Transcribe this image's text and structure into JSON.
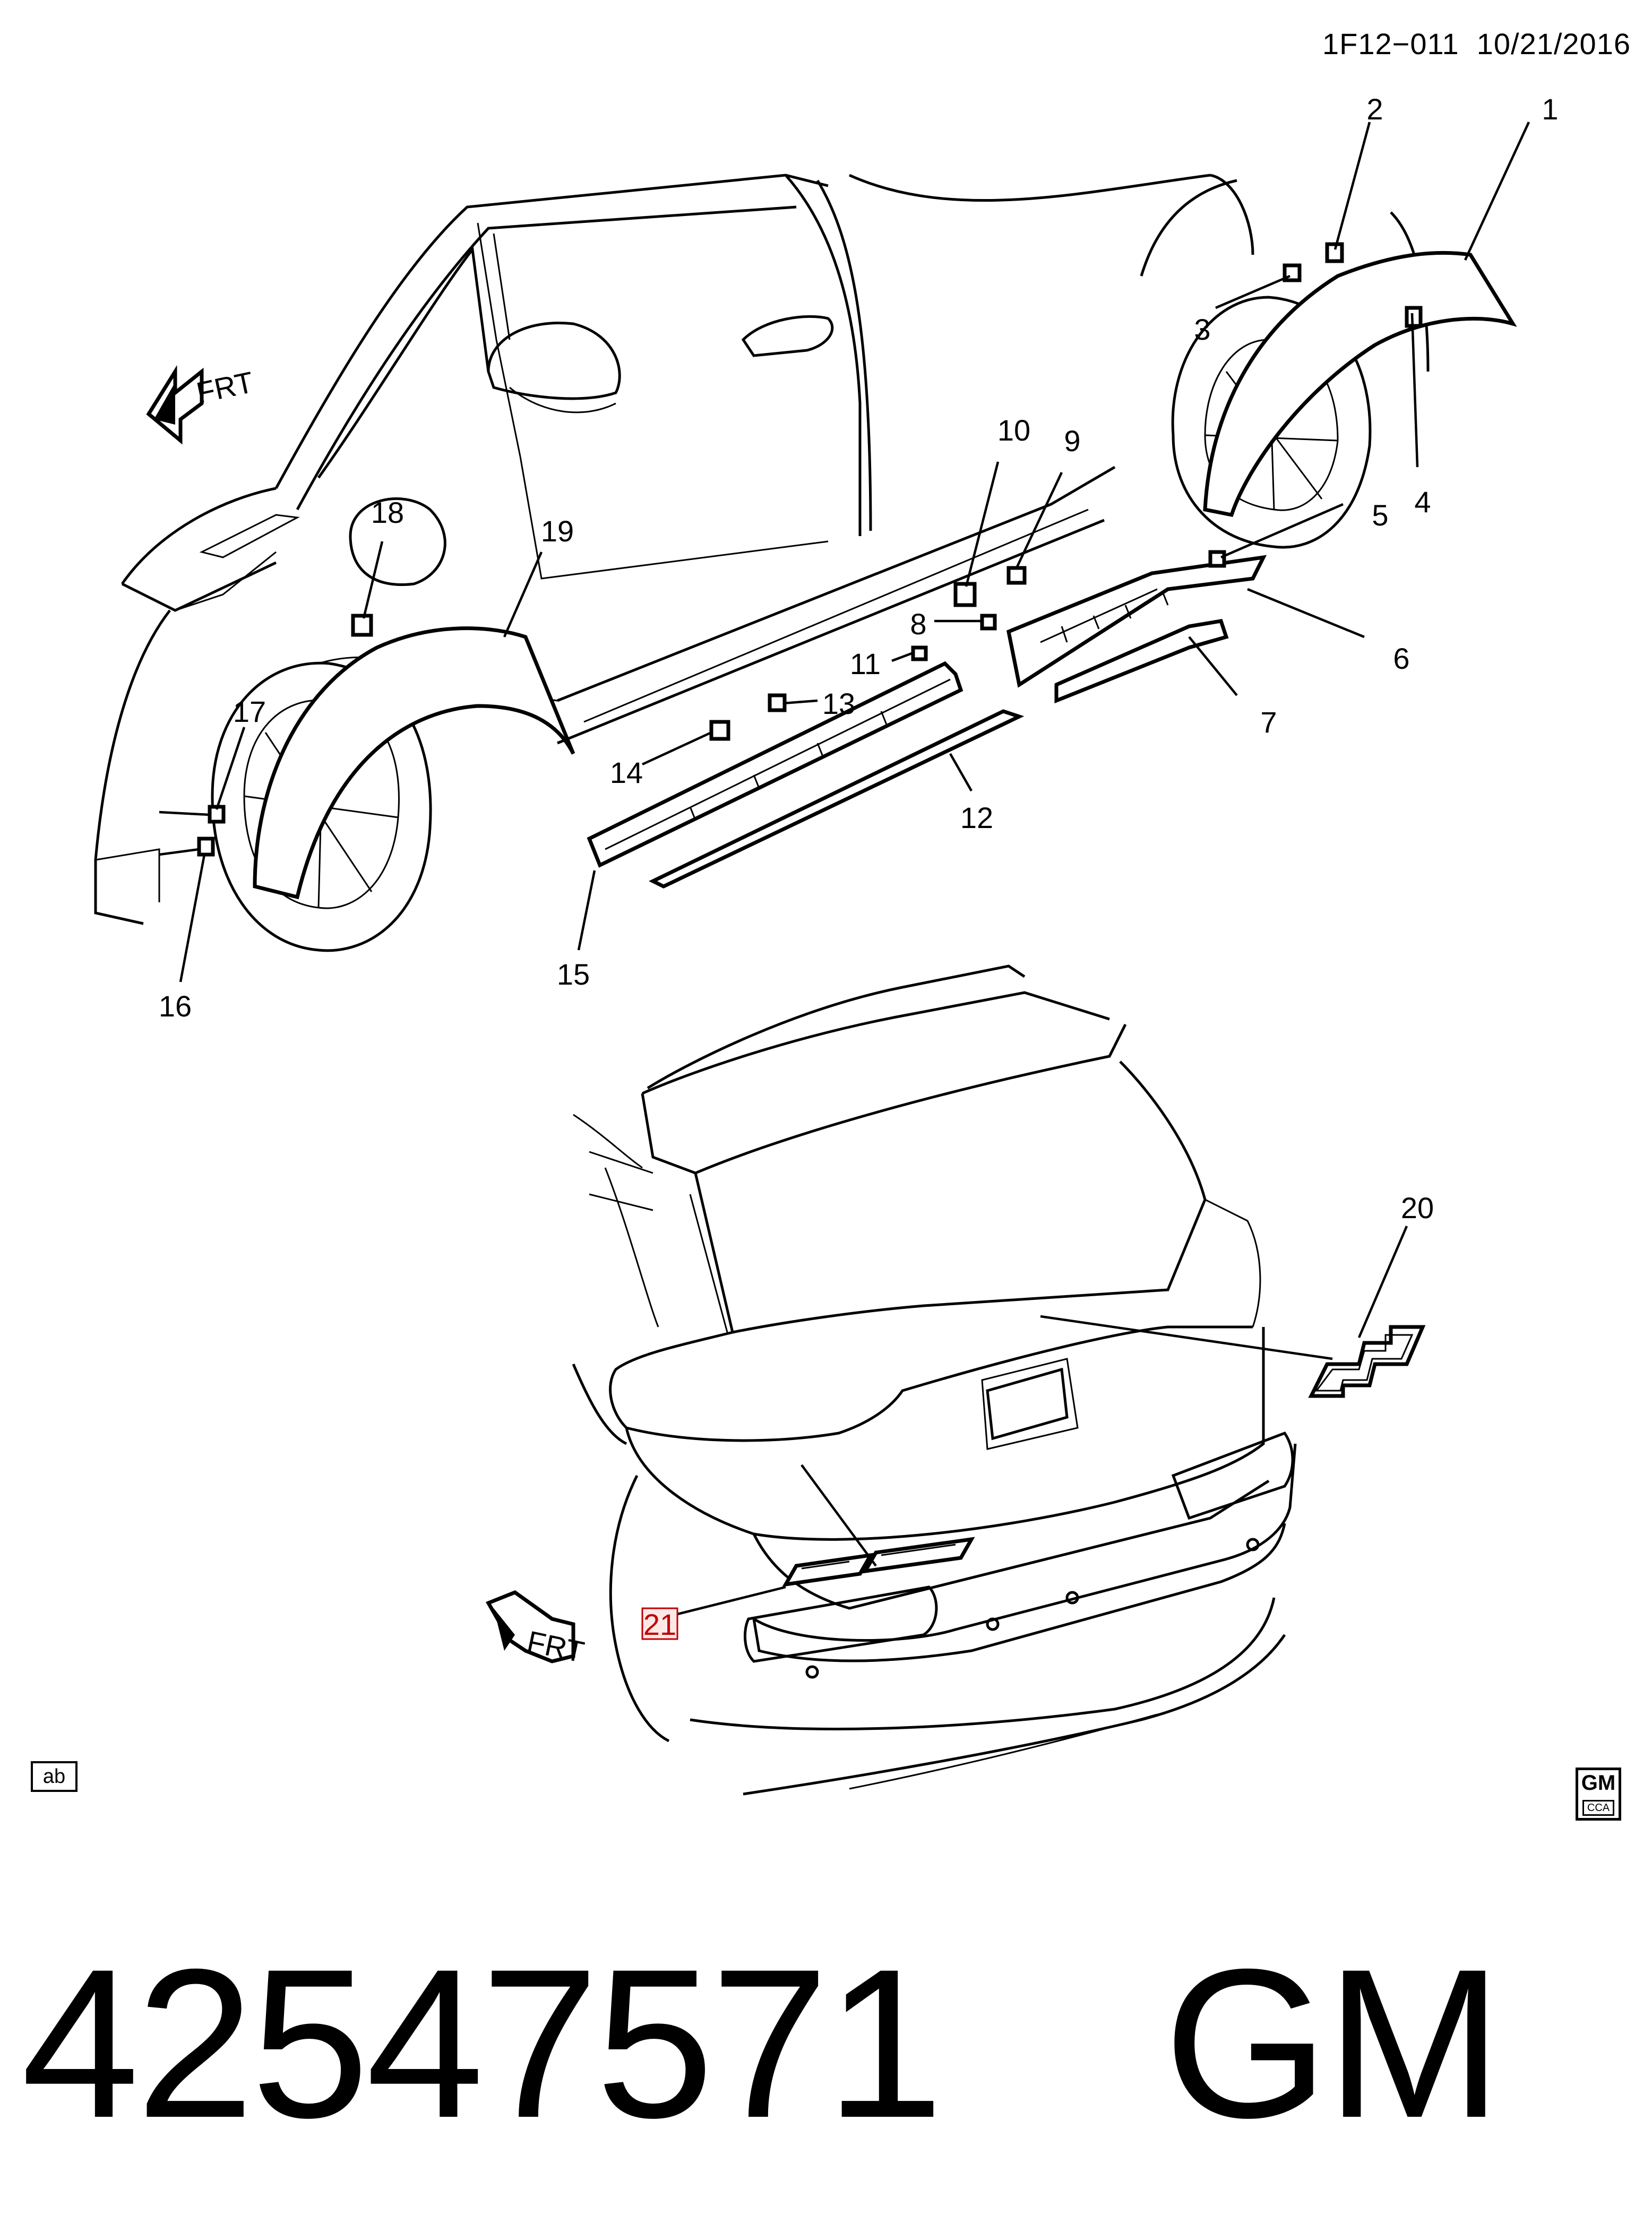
{
  "header": {
    "code": "1F12−011",
    "date": "10/21/2016"
  },
  "direction_labels": {
    "front": "FRT"
  },
  "callouts": [
    {
      "id": "1"
    },
    {
      "id": "2"
    },
    {
      "id": "3"
    },
    {
      "id": "4"
    },
    {
      "id": "5"
    },
    {
      "id": "6"
    },
    {
      "id": "7"
    },
    {
      "id": "8"
    },
    {
      "id": "9"
    },
    {
      "id": "10"
    },
    {
      "id": "11"
    },
    {
      "id": "12"
    },
    {
      "id": "13"
    },
    {
      "id": "14"
    },
    {
      "id": "15"
    },
    {
      "id": "16"
    },
    {
      "id": "17"
    },
    {
      "id": "18"
    },
    {
      "id": "19"
    },
    {
      "id": "20"
    },
    {
      "id": "21",
      "highlighted": true
    }
  ],
  "badges": {
    "text_style_icon": "ab"
  },
  "logo": {
    "brand": "GM",
    "sub": "CCA"
  },
  "footer": {
    "part_number": "42547571",
    "brand": "GM"
  },
  "colors": {
    "line": "#000000",
    "highlight": "#c00000",
    "background": "#ffffff"
  }
}
